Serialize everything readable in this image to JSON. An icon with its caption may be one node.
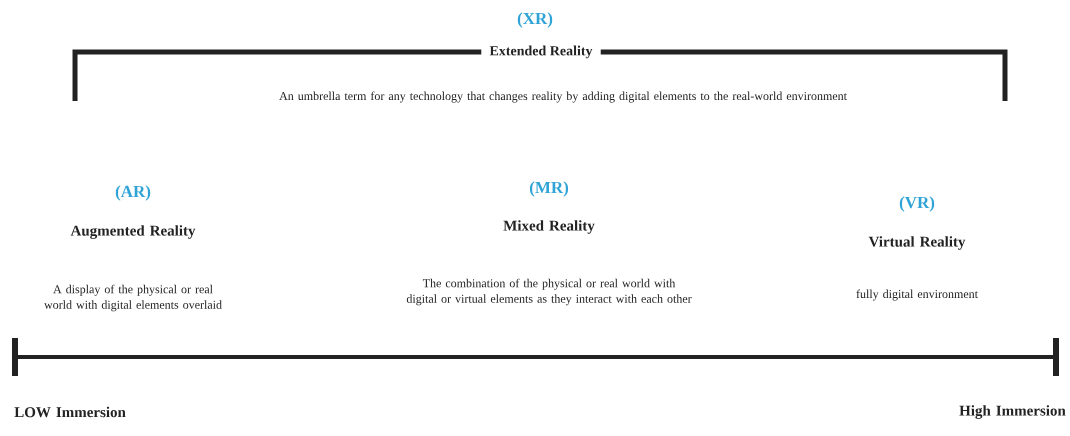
{
  "diagram": {
    "labels": [
      "(XR)",
      "Extended Reality",
      "An umbrella term for any technology that changes reality by adding digital elements to the real-world environment",
      "(AR)",
      "Augmented Reality",
      "A display of the physical or real world with digital elements overlaid",
      "(MR)",
      "Mixed Reality",
      "The combination of the physical or real world with digital or virtual elements as they interact with each other",
      "(VR)",
      "Virtual Reality",
      "fully digital environment",
      "LOW Immersion",
      "High Immersion"
    ]
  }
}
